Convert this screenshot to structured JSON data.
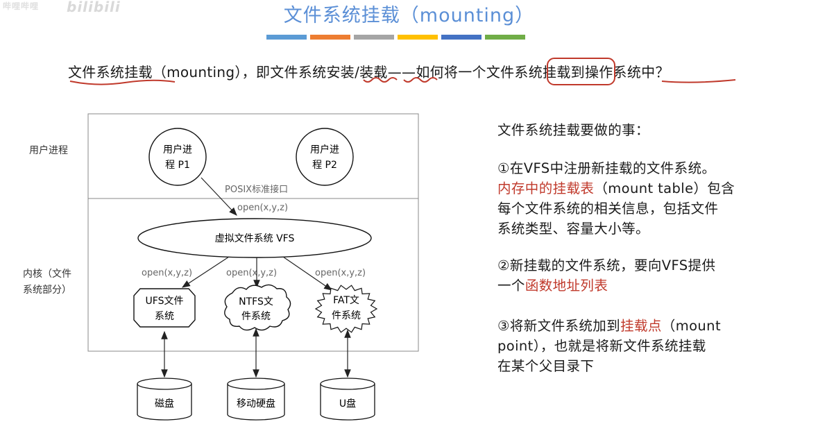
{
  "watermark": {
    "left": "哔哩哔哩",
    "logo": "bilibili"
  },
  "title": "文件系统挂载（mounting）",
  "color_bars": [
    "#5b9bd5",
    "#ed7d31",
    "#a5a5a5",
    "#ffc000",
    "#4472c4",
    "#70ad47"
  ],
  "intro": {
    "part1": "文件系统挂载",
    "part2": "（mounting），即文件系统",
    "part3": "安装",
    "part4": "/",
    "part5": "装载",
    "part6": "——如何将一个",
    "part7": "文件系统",
    "part8": "挂载到",
    "part9": "操作系统",
    "part10": "中？"
  },
  "diagram": {
    "user_process_label": "用户进程",
    "kernel_label_line1": "内核（文件",
    "kernel_label_line2": "系统部分）",
    "p1_line1": "用户进",
    "p1_line2": "程 P1",
    "p2_line1": "用户进",
    "p2_line2": "程 P2",
    "posix_label": "POSIX标准接口",
    "open_top": "open(x,y,z)",
    "vfs_label": "虚拟文件系统 VFS",
    "open_left": "open(x,y,z)",
    "open_mid": "open(x,y,z)",
    "open_right": "open(x,y,z)",
    "ufs_line1": "UFS文件",
    "ufs_line2": "系统",
    "ntfs_line1": "NTFS文",
    "ntfs_line2": "件系统",
    "fat_line1": "FAT文",
    "fat_line2": "件系统",
    "disk1": "磁盘",
    "disk2": "移动硬盘",
    "disk3": "U盘"
  },
  "right": {
    "heading": "文件系统挂载要做的事：",
    "step1_line1": "①在VFS中注册新挂载的文件系统。",
    "step1_red": "内存中的挂载表",
    "step1_rest": "（mount table）包含",
    "step1_line3": "每个文件系统的相关信息，包括文件",
    "step1_line4": "系统类型、容量大小等。",
    "step2_line1": "②新挂载的文件系统，要向VFS提供",
    "step2_prefix": "一个",
    "step2_red": "函数地址列表",
    "step3_prefix": "③将新文件系统加到",
    "step3_red": "挂载点",
    "step3_rest": "（mount",
    "step3_line2": "point），也就是将新文件系统挂载",
    "step3_line3": "在某个父目录下"
  },
  "colors": {
    "title": "#5b8fd6",
    "annotation": "#c0392b",
    "highlight_text": "#c0392b"
  }
}
